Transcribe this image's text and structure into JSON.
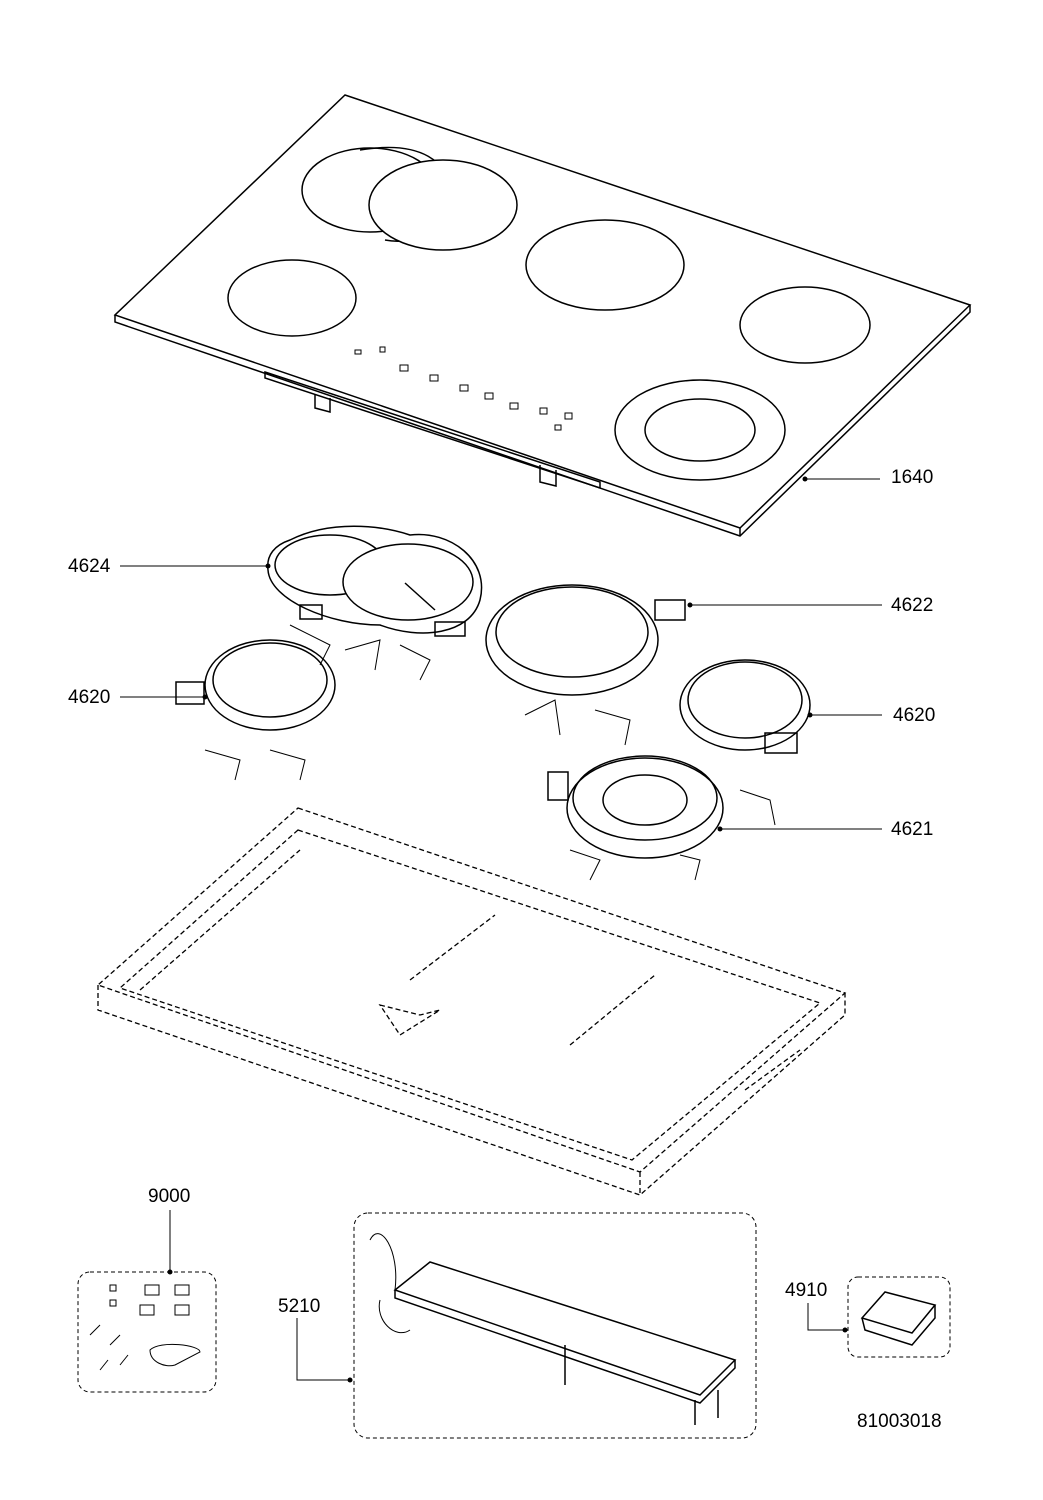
{
  "diagram": {
    "type": "exploded-parts-diagram",
    "callouts": [
      {
        "id": "glass-top",
        "label": "1640"
      },
      {
        "id": "dual-heating-element",
        "label": "4624"
      },
      {
        "id": "large-heating-element",
        "label": "4622"
      },
      {
        "id": "small-heating-element-left",
        "label": "4620"
      },
      {
        "id": "small-heating-element-right",
        "label": "4620"
      },
      {
        "id": "double-ring-heating-element",
        "label": "4621"
      },
      {
        "id": "fixing-kit",
        "label": "9000"
      },
      {
        "id": "control-board",
        "label": "5210"
      },
      {
        "id": "terminal-block",
        "label": "4910"
      }
    ],
    "drawing_number": "81003018"
  }
}
